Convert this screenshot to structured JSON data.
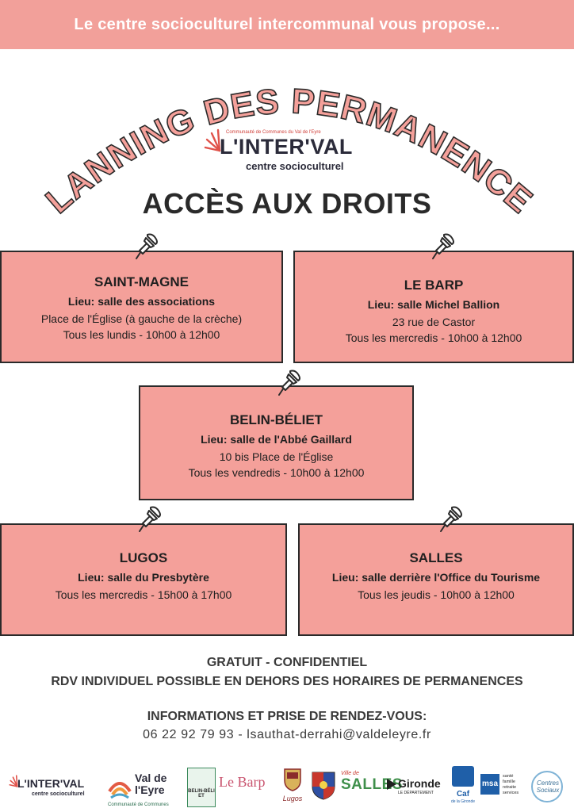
{
  "header": {
    "banner": "Le centre socioculturel intercommunal vous propose..."
  },
  "title_arc": "PLANNING DES PERMANENCES",
  "logo": {
    "tagline": "Communauté de Communes du Val de l'Eyre",
    "name": "L'INTER'VAL",
    "subtitle": "centre socioculturel"
  },
  "heading": "ACCÈS AUX DROITS",
  "cards": [
    {
      "city": "SAINT-MAGNE",
      "place": "Lieu: salle des associations",
      "address": "Place de l'Église (à gauche de la crèche)",
      "schedule": "Tous les lundis - 10h00 à 12h00"
    },
    {
      "city": "LE BARP",
      "place": "Lieu: salle Michel Ballion",
      "address": "23 rue de Castor",
      "schedule": "Tous les mercredis - 10h00 à 12h00"
    },
    {
      "city": "BELIN-BÉLIET",
      "place": "Lieu: salle de l'Abbé Gaillard",
      "address": "10 bis Place de l'Église",
      "schedule": "Tous les vendredis - 10h00 à 12h00"
    },
    {
      "city": "LUGOS",
      "place": "Lieu: salle du Presbytère",
      "schedule": "Tous les mercredis - 15h00 à  17h00"
    },
    {
      "city": "SALLES",
      "place": "Lieu: salle derrière l'Office du Tourisme",
      "schedule": "Tous les jeudis - 10h00 à 12h00"
    }
  ],
  "footer": {
    "line1": "GRATUIT - CONFIDENTIEL",
    "line2": "RDV INDIVIDUEL POSSIBLE EN DEHORS DES HORAIRES DE PERMANENCES",
    "info_title": "INFORMATIONS ET PRISE DE RENDEZ-VOUS:",
    "contact": "06 22 92 79 93 - lsauthat-derrahi@valdeleyre.fr"
  },
  "partner_logos": {
    "interval": "L'INTER'VAL",
    "interval_sub": "centre socioculturel",
    "valdeleyre": "Val de l'Eyre",
    "valdeleyre_sub": "Communauté de Communes",
    "belin": "BELIN-BÉLIET",
    "lebarp": "Le Barp",
    "lugos": "Lugos",
    "salles": "SALLES",
    "salles_top": "Ville de",
    "gironde": "Gironde",
    "gironde_sub": "LE DÉPARTEMENT",
    "caf": "Caf",
    "caf_sub": "de la Gironde",
    "msa": "msa",
    "msa_sub": "santé famille retraite services",
    "centres": "Centres Sociaux"
  },
  "colors": {
    "accent": "#f4a09a",
    "banner": "#f2a09a",
    "dark": "#2a2a2a"
  }
}
